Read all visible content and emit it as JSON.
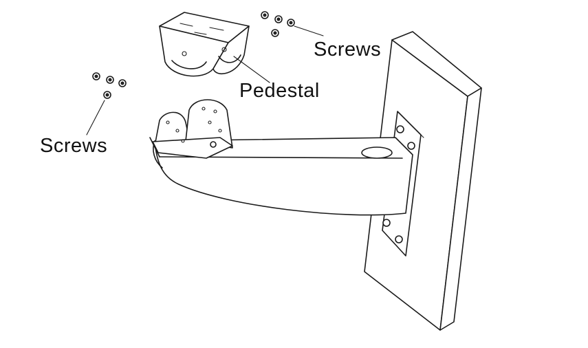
{
  "labels": {
    "screws_top": "Screws",
    "pedestal": "Pedestal",
    "screws_left": "Screws"
  },
  "colors": {
    "line": "#1a1a1a",
    "background": "#ffffff",
    "text": "#111111"
  },
  "icons": [
    "screw-icon",
    "pedestal-bracket",
    "wall-mount-bracket",
    "wall-plate"
  ]
}
